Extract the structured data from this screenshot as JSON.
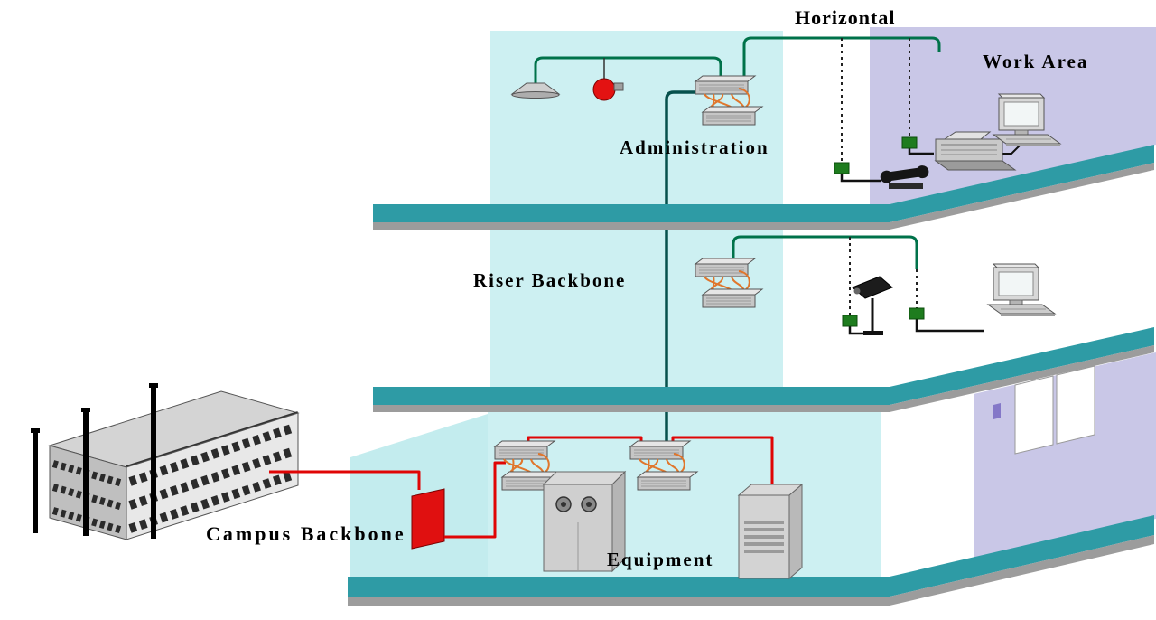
{
  "diagram": {
    "labels": {
      "horizontal": "Horizontal",
      "work_area": "Work Area",
      "administration": "Administration",
      "riser_backbone": "Riser Backbone",
      "campus_backbone": "Campus Backbone",
      "equipment": "Equipment"
    },
    "colors": {
      "floor_surface": "#2e9ba5",
      "floor_edge": "#9c9c9c",
      "wall_cyan": "#cdf0f2",
      "wall_lavender": "#c9c7e7",
      "horizontal_cable": "#00724a",
      "riser_cable": "#07514d",
      "campus_cable": "#e00505",
      "cross_connect_wire": "#e0762c",
      "outlet_green": "#1e7c1e",
      "device_gray": "#cfcfcf",
      "alarm_bell_red": "#e31212"
    },
    "icons": [
      {
        "name": "campus-building-icon"
      },
      {
        "name": "ceiling-lamp-icon"
      },
      {
        "name": "fire-alarm-bell-icon"
      },
      {
        "name": "cross-connect-panel-icon"
      },
      {
        "name": "workstation-icon"
      },
      {
        "name": "printer-icon"
      },
      {
        "name": "telephone-icon"
      },
      {
        "name": "cctv-camera-icon"
      },
      {
        "name": "network-outlet-icon"
      },
      {
        "name": "equipment-cabinet-icon"
      },
      {
        "name": "server-rack-icon"
      },
      {
        "name": "riser-conduit-icon"
      },
      {
        "name": "door-icon"
      }
    ]
  }
}
